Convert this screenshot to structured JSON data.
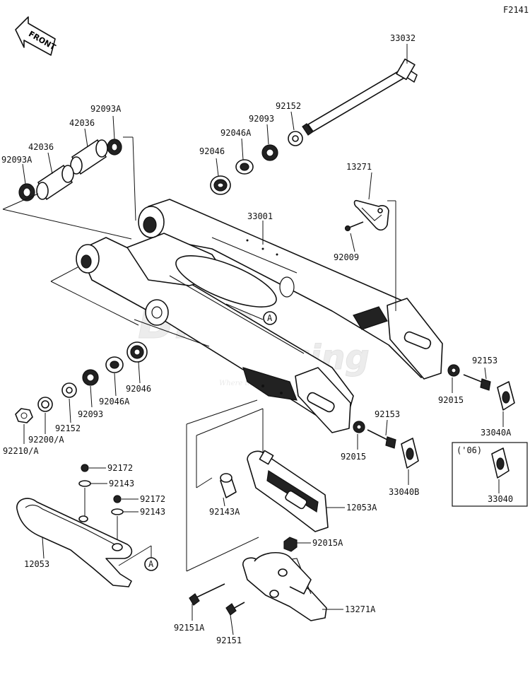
{
  "figure_code": "F2141",
  "front_label": "FRONT",
  "watermark": {
    "line1": "Bike",
    "line2": "Racing",
    "tagline": "Where the difference is made"
  },
  "callout_marker": "A",
  "year_note": "('06)",
  "parts": {
    "p33032": "33032",
    "p92152_top": "92152",
    "p92093_top": "92093",
    "p92046A_top": "92046A",
    "p92046_top": "92046",
    "p92093A_top": "92093A",
    "p42036_top": "42036",
    "p42036_left": "42036",
    "p92093A_left": "92093A",
    "p13271": "13271",
    "p92009": "92009",
    "p33001": "33001",
    "p92153_right": "92153",
    "p92015_right": "92015",
    "p33040A": "33040A",
    "p92153_mid": "92153",
    "p92015_mid": "92015",
    "p33040B": "33040B",
    "p33040": "33040",
    "p92046_bot": "92046",
    "p92046A_bot": "92046A",
    "p92093_bot": "92093",
    "p92152_bot": "92152",
    "p92200A": "92200/A",
    "p92210A": "92210/A",
    "p92172_a": "92172",
    "p92143_a": "92143",
    "p92172_b": "92172",
    "p92143_b": "92143",
    "p92143A": "92143A",
    "p12053A": "12053A",
    "p12053": "12053",
    "p92015A": "92015A",
    "p13271A": "13271A",
    "p92151A": "92151A",
    "p92151": "92151"
  }
}
